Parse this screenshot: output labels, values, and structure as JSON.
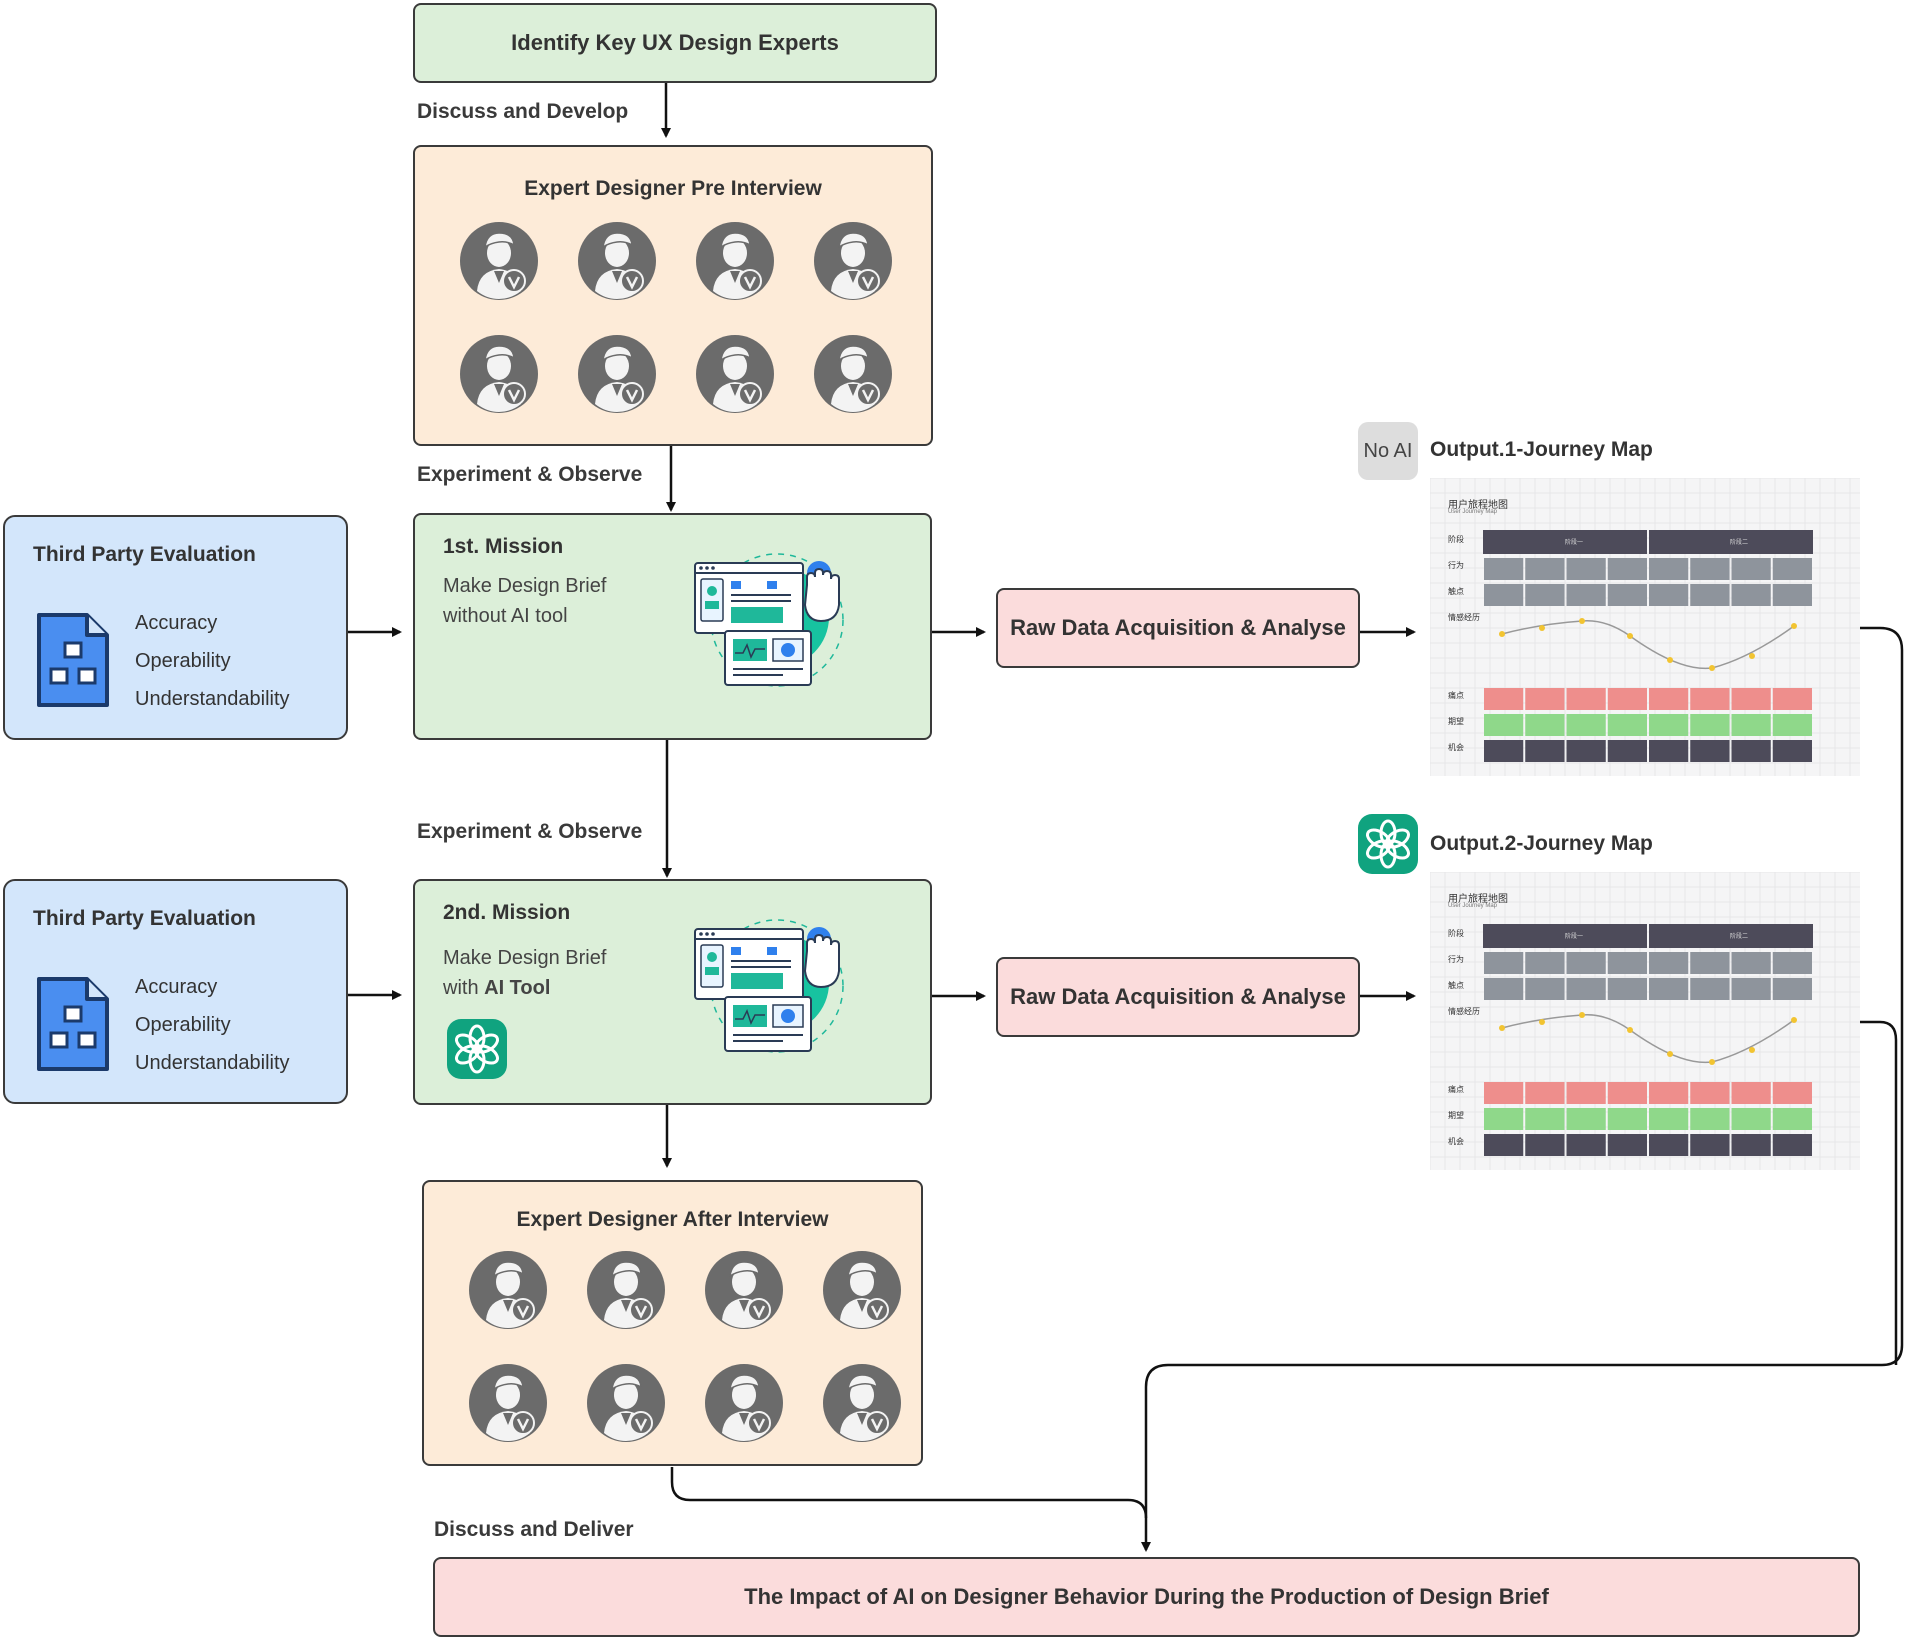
{
  "top_box": {
    "label": "Identify Key UX Design Experts"
  },
  "labels": {
    "discuss_develop": "Discuss and Develop",
    "experiment_observe_1": "Experiment & Observe",
    "experiment_observe_2": "Experiment & Observe",
    "discuss_deliver": "Discuss and Deliver"
  },
  "pre_interview": {
    "title": "Expert Designer Pre Interview"
  },
  "after_interview": {
    "title": "Expert Designer After Interview"
  },
  "mission1": {
    "title": "1st. Mission",
    "line1": "Make Design Brief",
    "line2": "without AI tool"
  },
  "mission2": {
    "title": "2nd. Mission",
    "line1": "Make Design Brief",
    "line2_prefix": "with ",
    "line2_bold": "AI Tool"
  },
  "evaluation1": {
    "title": "Third Party Evaluation",
    "items": [
      "Accuracy",
      "Operability",
      "Understandability"
    ]
  },
  "evaluation2": {
    "title": "Third Party Evaluation",
    "items": [
      "Accuracy",
      "Operability",
      "Understandability"
    ]
  },
  "raw_data_1": {
    "label": "Raw Data Acquisition & Analyse"
  },
  "raw_data_2": {
    "label": "Raw Data Acquisition & Analyse"
  },
  "output1": {
    "badge": "No AI",
    "title": "Output.1-Journey Map"
  },
  "output2": {
    "title": "Output.2-Journey Map"
  },
  "journey_map": {
    "title": "用户旅程地图",
    "subtitle": "User Journey Map",
    "rows": [
      "阶段",
      "行为",
      "触点",
      "情感经历",
      "痛点",
      "期望",
      "机会"
    ],
    "stages": [
      "阶段一",
      "阶段二"
    ]
  },
  "final_box": {
    "label": "The Impact of AI on Designer Behavior During the Production of Design Brief"
  },
  "colors": {
    "green": "#dcefd9",
    "peach": "#fdebd8",
    "pink": "#fbdcdc",
    "blue": "#d3e6fb",
    "avatar": "#6b6b6b",
    "gpt": "#10a37f"
  }
}
